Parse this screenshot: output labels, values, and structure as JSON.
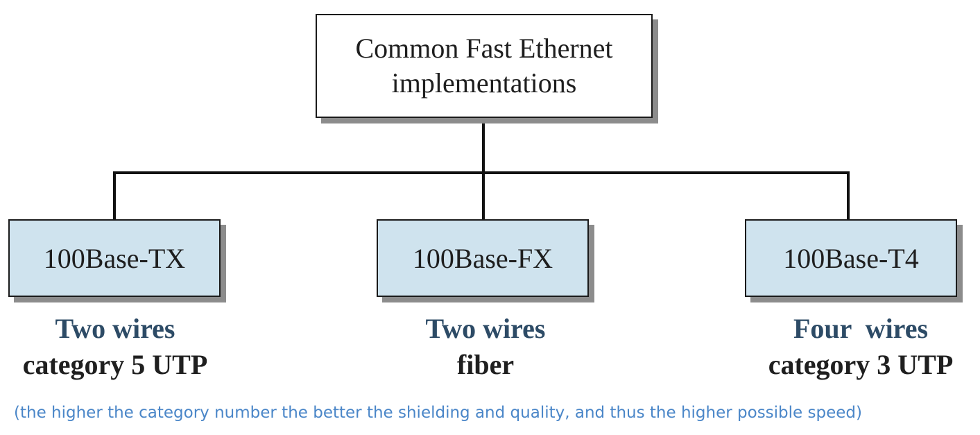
{
  "root": {
    "line1": "Common Fast Ethernet",
    "line2": "implementations"
  },
  "implementations": [
    {
      "name": "100Base-TX",
      "desc1": "Two wires",
      "desc2": "category 5 UTP"
    },
    {
      "name": "100Base-FX",
      "desc1": "Two wires",
      "desc2": "fiber"
    },
    {
      "name": "100Base-T4",
      "desc1": "Four  wires",
      "desc2": "category 3 UTP"
    }
  ],
  "note": "(the higher the category number the better the shielding and quality, and thus the higher possible speed)",
  "colors": {
    "leaf_fill": "#cfe3ee",
    "desc_top_line": "#2d4b66",
    "note": "#4a86c8"
  }
}
